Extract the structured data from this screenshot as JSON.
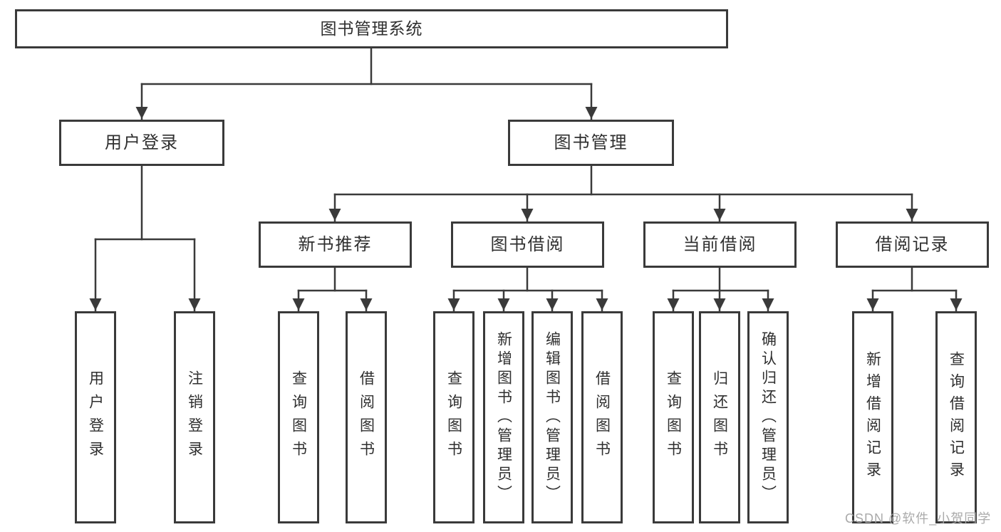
{
  "tree": {
    "root": {
      "label": "图书管理系统"
    },
    "branches": [
      {
        "label": "用户登录",
        "children": [
          {
            "label": "用户登录"
          },
          {
            "label": "注销登录"
          }
        ]
      },
      {
        "label": "图书管理",
        "sections": [
          {
            "label": "新书推荐",
            "children": [
              {
                "label": "查询图书"
              },
              {
                "label": "借阅图书"
              }
            ]
          },
          {
            "label": "图书借阅",
            "children": [
              {
                "label": "查询图书"
              },
              {
                "label": "新增图书（管理员）"
              },
              {
                "label": "编辑图书（管理员）"
              },
              {
                "label": "借阅图书"
              }
            ]
          },
          {
            "label": "当前借阅",
            "children": [
              {
                "label": "查询图书"
              },
              {
                "label": "归还图书"
              },
              {
                "label": "确认归还（管理员）"
              }
            ]
          },
          {
            "label": "借阅记录",
            "children": [
              {
                "label": "新增借阅记录"
              },
              {
                "label": "查询借阅记录"
              }
            ]
          }
        ]
      }
    ]
  },
  "watermark": "CSDN @软件_小贺同学",
  "colors": {
    "line": "#3a3a3a",
    "text": "#2f2f2f",
    "watermark": "#a5a5a5",
    "background": "#ffffff"
  }
}
